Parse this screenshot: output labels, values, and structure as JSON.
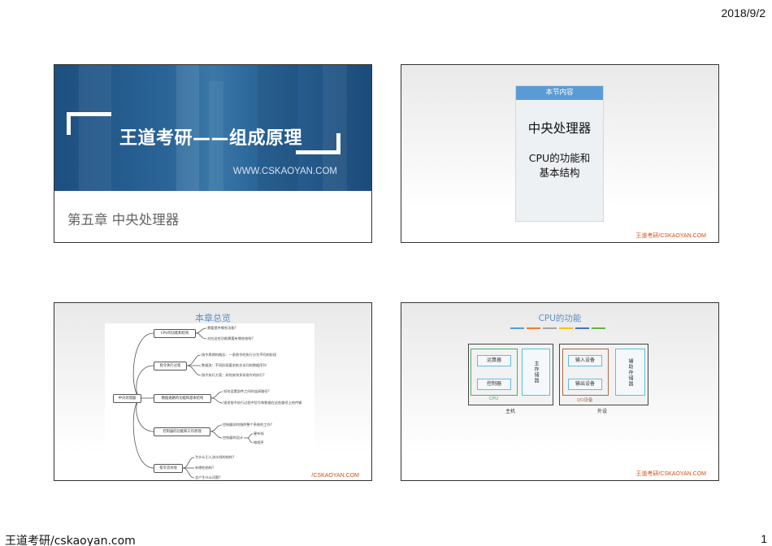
{
  "page": {
    "date": "2018/9/2",
    "footer_left": "王道考研/cskaoyan.com",
    "page_number": "1"
  },
  "slides": [
    {
      "id": 1,
      "title": "王道考研——组成原理",
      "url": "WWW.CSKAOYAN.COM",
      "chapter": "第五章 中央处理器",
      "colors": {
        "banner": "#2a6497",
        "text": "#ffffff",
        "chapter_text": "#666666"
      }
    },
    {
      "id": 2,
      "card_header": "本节内容",
      "main_title": "中央处理器",
      "subtitle_line1": "CPU的功能和",
      "subtitle_line2": "基本结构",
      "watermark": "王道考研/CSKAOYAN.COM",
      "colors": {
        "card_header": "#5b9bd5",
        "watermark": "#d0501a"
      }
    },
    {
      "id": 3,
      "title": "本章总览",
      "watermark": "/CSKAOYAN.COM",
      "mindmap": {
        "root": "中央处理器",
        "branches": [
          {
            "label": "CPU的功能和结构",
            "children": [
              "需要提供哪些功能?",
              "对应这些功能需要有哪些结构?"
            ]
          },
          {
            "label": "指令执行过程",
            "children": [
              "指令周期的概念：一条指令的执行分为不同的阶段",
              "数据流：不同阶段要求依次访问的数据序列",
              "指令执行方案：如何安排多条指令的执行?"
            ]
          },
          {
            "label": "数据通路的功能和基本结构",
            "children": [
              "如何设置部件之间的连接路径?",
              "描述指令执行过程中信号和数据在这些路径上的传输"
            ]
          },
          {
            "label": "控制器的功能和工作原理",
            "children": [
              "控制器如何指挥整个系统的工作?",
              "控制器的设计"
            ],
            "grandchildren": [
              "硬布线",
              "微程序"
            ]
          },
          {
            "label": "指令流水线",
            "children": [
              "为什么引入流水线的结构?",
              "有哪些结构?",
              "会产生什么问题?"
            ]
          }
        ]
      }
    },
    {
      "id": 4,
      "title": "CPU的功能",
      "color_bar": [
        "#5b9bd5",
        "#ed7d31",
        "#a5a5a5",
        "#ffc000",
        "#4472c4",
        "#70ad47"
      ],
      "diagram": {
        "host_label": "主机",
        "peripheral_label": "外设",
        "cpu_label": "CPU",
        "io_label": "I/O设备",
        "alu": "运算器",
        "control_unit": "控制器",
        "main_memory": "主存储器",
        "input_device": "输入设备",
        "output_device": "输出设备",
        "aux_storage": "辅助存储器"
      },
      "watermark": "王道考研/CSKAOYAN.COM",
      "colors": {
        "title": "#5b8fc7",
        "cpu_group": "#4aaa70",
        "io_group": "#a26a48",
        "component": "#5bc0de"
      }
    }
  ]
}
